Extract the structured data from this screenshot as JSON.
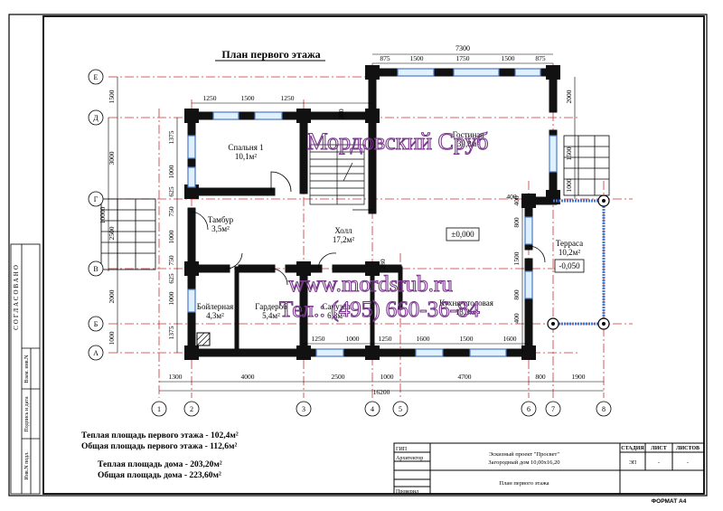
{
  "title": "План первого этажа",
  "watermark": {
    "name": "Мордовский Сруб",
    "site": "www.mordsrub.ru",
    "phone": "Тел.: (495) 660-36-84",
    "color": "#7a3a8c"
  },
  "rooms": [
    {
      "name": "Спальня 1",
      "area": "10,1м²"
    },
    {
      "name": "Гостиная",
      "area": "39,8м²"
    },
    {
      "name": "Тамбур",
      "area": "3,5м²"
    },
    {
      "name": "Холл",
      "area": "17,2м²"
    },
    {
      "name": "Бойлерная",
      "area": "4,3м²"
    },
    {
      "name": "Гардероб",
      "area": "5,4м²"
    },
    {
      "name": "Санузел",
      "area": "6,8м²"
    },
    {
      "name": "Кухня-столовая",
      "area": "13,3м²"
    },
    {
      "name": "Терраса",
      "area": "10,2м²"
    }
  ],
  "levels": {
    "floor": "±0,000",
    "terrace": "-0,050"
  },
  "top_dims": {
    "total": "7300",
    "parts": [
      "875",
      "1500",
      "1750",
      "1500",
      "875"
    ]
  },
  "bedroom_dims": [
    "1250",
    "1500",
    "1250"
  ],
  "bottom_inner_dims": [
    "1250",
    "1000",
    "1250",
    "1600",
    "1500",
    "1600"
  ],
  "bottom_dims": [
    "1300",
    "4000",
    "2500",
    "1000",
    "4700",
    "800",
    "1900"
  ],
  "total_width": "16200",
  "left_dims_outer": [
    "1500",
    "3000",
    "2500",
    "2000",
    "1000"
  ],
  "left_dims_mid": [
    "10000"
  ],
  "left_dims_inner": [
    "1375",
    "1000",
    "625",
    "750",
    "1000",
    "750",
    "625",
    "1000",
    "1375"
  ],
  "right_dims": [
    "2000",
    "1500",
    "1000",
    "400",
    "800",
    "1500",
    "800",
    "400"
  ],
  "misc_dims": [
    "280",
    "280",
    "400"
  ],
  "row_axes": [
    "Е",
    "Д",
    "Г",
    "В",
    "Б",
    "А"
  ],
  "column_axes": [
    "1",
    "2",
    "3",
    "4",
    "5",
    "6",
    "7",
    "8"
  ],
  "area_notes": [
    "Теплая площадь первого этажа  - 102,4м²",
    "Общая площадь первого этажа  - 112,6м²",
    "Теплая площадь дома - 203,20м²",
    "Общая площадь дома - 223,60м²"
  ],
  "side_stamp": {
    "label": "СОГЛАСОВАНО",
    "cols": [
      "Взам. инв.N",
      "Подпись и дата",
      "Инв.N подл."
    ]
  },
  "title_block": {
    "roles": [
      "ГИП",
      "Архитектор",
      "Проверил"
    ],
    "project": "Эскизный проект \"Просвет\"",
    "project_sub": "Загородный дом 10,00х16,20",
    "sheet_name": "План первого этажа",
    "headers": [
      "СТАДИЯ",
      "ЛИСТ",
      "ЛИСТОВ"
    ],
    "values": [
      "ЭП",
      "-",
      "-"
    ]
  },
  "format": "ФОРМАТ А4"
}
